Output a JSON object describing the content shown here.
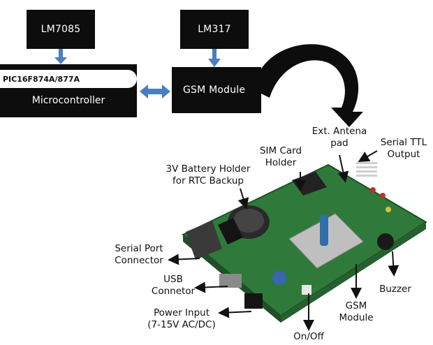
{
  "block_diagram": {
    "lm7085": "LM7085",
    "lm317": "LM317",
    "mcu_part": "PIC16F874A/877A",
    "mcu_caption": "Microcontroller",
    "gsm_module": "GSM Module"
  },
  "callouts": {
    "ext_antenna_line1": "Ext. Antena",
    "ext_antenna_line2": "pad",
    "sim_line1": "SIM Card",
    "sim_line2": "Holder",
    "serial_ttl_line1": "Serial TTL",
    "serial_ttl_line2": "Output",
    "battery_line1": "3V Battery Holder",
    "battery_line2": "for RTC Backup",
    "serial_port_line1": "Serial Port",
    "serial_port_line2": "Connector",
    "usb_line1": "USB",
    "usb_line2": "Connetor",
    "power_line1": "Power Input",
    "power_line2": "(7-15V AC/DC)",
    "on_off": "On/Off",
    "gsm_line1": "GSM",
    "gsm_line2": "Module",
    "buzzer": "Buzzer"
  },
  "colors": {
    "block_fill": "#0d0d0d",
    "connector_arrow": "#4a7fbf",
    "pcb_green": "#2f7a3a",
    "pointer": "#111111"
  }
}
